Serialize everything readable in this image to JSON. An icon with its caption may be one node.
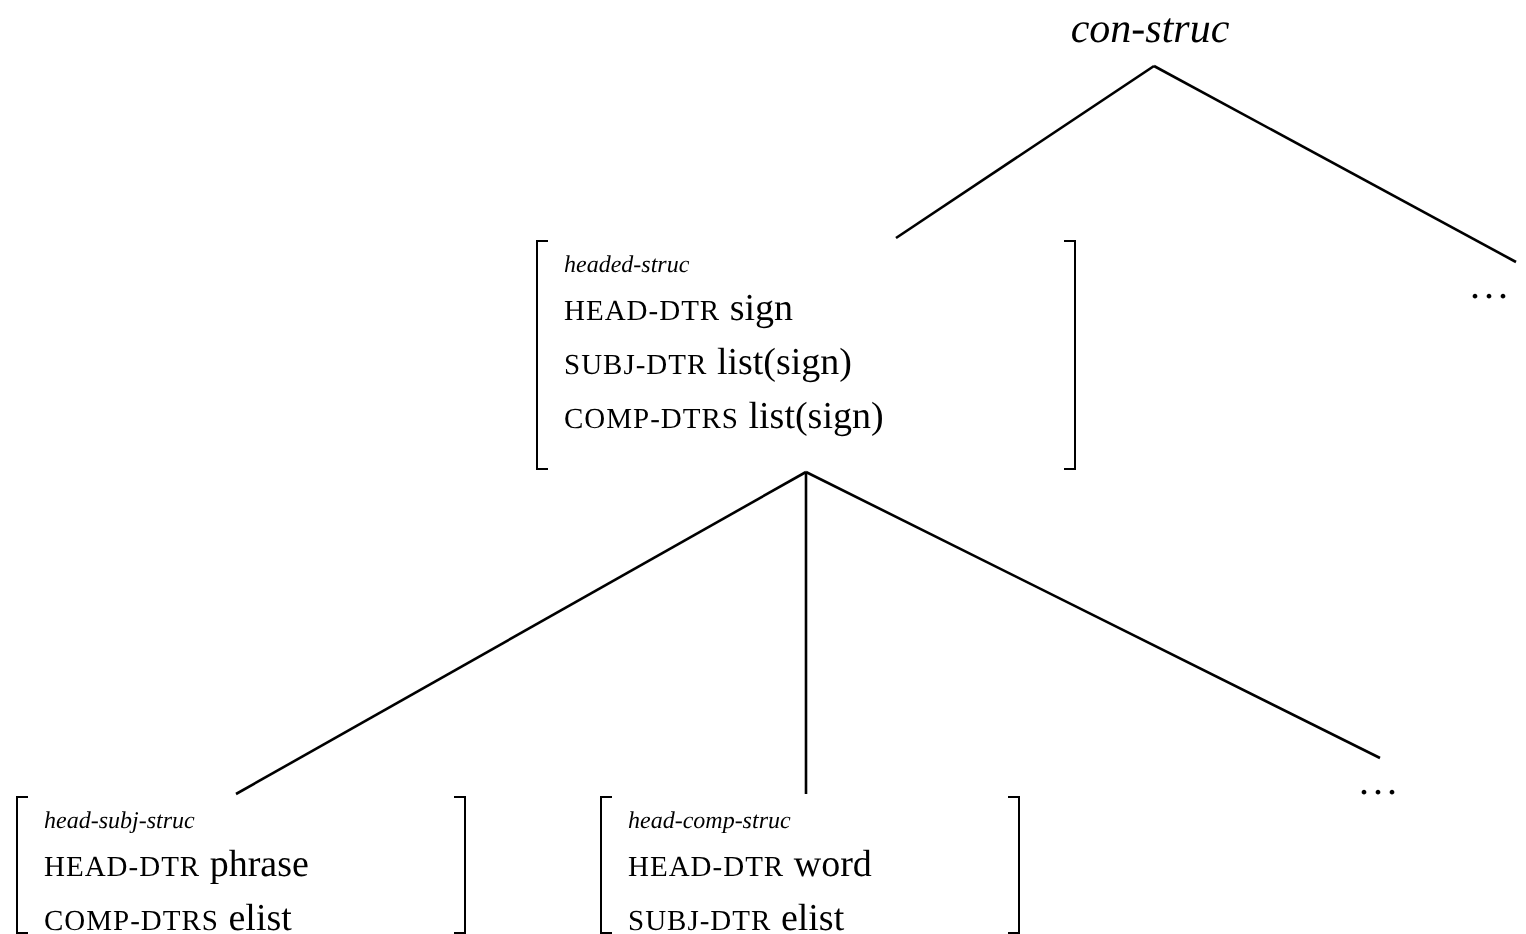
{
  "diagram": {
    "nodes": [
      {
        "text": [
          "con-struc"
        ]
      },
      {
        "text": [
          "headed-struc",
          "HEAD-DTR sign",
          "SUBJ-DTR list(sign)",
          "COMP-DTRS list(sign)"
        ]
      },
      {
        "text": [
          "..."
        ]
      },
      {
        "text": [
          "head-subj-struc",
          "HEAD-DTR phrase",
          "COMP-DTRS elist"
        ]
      },
      {
        "text": [
          "head-comp-struc",
          "HEAD-DTR word",
          "SUBJ-DTR elist"
        ]
      },
      {
        "text": [
          "..."
        ]
      }
    ],
    "edges": [
      {
        "from": 0,
        "to": 1,
        "arrow": "none"
      },
      {
        "from": 0,
        "to": 2,
        "arrow": "none"
      },
      {
        "from": 1,
        "to": 3,
        "arrow": "none"
      },
      {
        "from": 1,
        "to": 4,
        "arrow": "none"
      },
      {
        "from": 1,
        "to": 5,
        "arrow": "none"
      }
    ]
  }
}
